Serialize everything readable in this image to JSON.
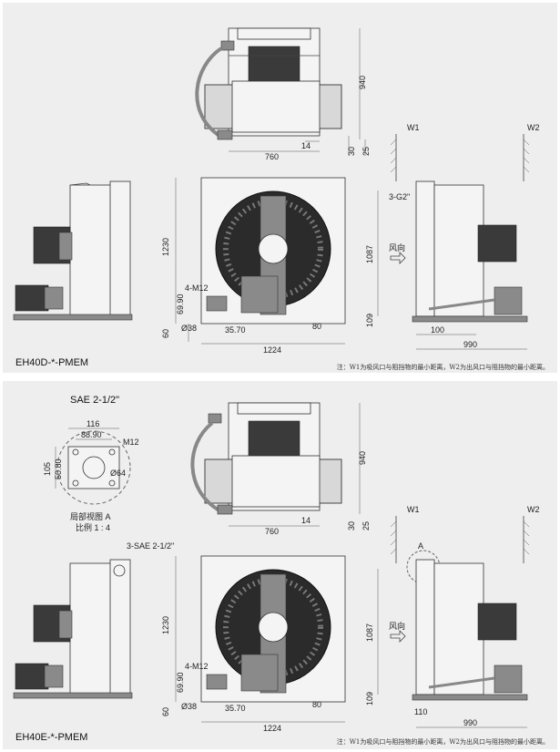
{
  "panels": [
    {
      "model": "EH40D-*-PMEM",
      "note": "注：W1为吸风口与阻挡物的最小距离，W2为出风口与阻挡物的最小距离。",
      "dims": {
        "top_height": "940",
        "top_width": "760",
        "top_14": "14",
        "top_30": "30",
        "top_25": "25",
        "front_height": "1230",
        "front_width": "1224",
        "thread": "4-M12",
        "d_6990": "69.90",
        "d_3570": "35.70",
        "dia": "Ø38",
        "d_60": "60",
        "d_80": "80",
        "side_height": "1087",
        "side_109": "109",
        "side_100": "100",
        "side_990": "990",
        "port": "3-G2\"",
        "airflow": "风向",
        "w1": "W1",
        "w2": "W2"
      }
    },
    {
      "model": "EH40E-*-PMEM",
      "note": "注：W1为吸风口与阻挡物的最小距离，W2为出风口与阻挡物的最小距离。",
      "detail": {
        "title": "SAE 2-1/2\"",
        "d116": "116",
        "d8890": "88.90",
        "m12": "M12",
        "d105": "105",
        "d5080": "50.80",
        "d64": "Ø64",
        "caption": "局部视图 A",
        "scale": "比例 1 : 4"
      },
      "dims": {
        "port": "3-SAE 2-1/2\"",
        "top_height": "940",
        "top_width": "760",
        "top_14": "14",
        "top_30": "30",
        "top_25": "25",
        "front_height": "1230",
        "front_width": "1224",
        "thread": "4-M12",
        "d_6990": "69.90",
        "d_3570": "35.70",
        "dia": "Ø38",
        "d_60": "60",
        "d_80": "80",
        "side_height": "1087",
        "side_109": "109",
        "side_110": "110",
        "side_990": "990",
        "view_a": "A",
        "airflow": "风向",
        "w1": "W1",
        "w2": "W2"
      }
    }
  ]
}
